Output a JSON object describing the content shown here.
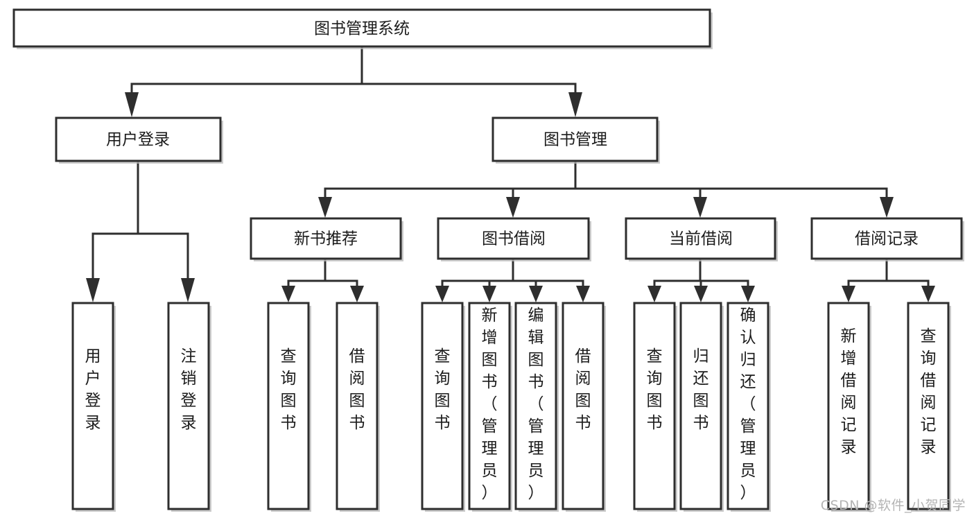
{
  "diagram": {
    "type": "tree",
    "title": "图书管理系统",
    "watermark": "CSDN @软件_小贺同学",
    "colors": {
      "box_stroke": "#2e2e2e",
      "box_fill": "#ffffff",
      "connector": "#2e2e2e",
      "watermark": "#b4b4b4",
      "background": "#ffffff"
    },
    "root": {
      "label": "图书管理系统"
    },
    "level2": [
      {
        "label": "用户登录"
      },
      {
        "label": "图书管理"
      }
    ],
    "level3": [
      {
        "label": "新书推荐"
      },
      {
        "label": "图书借阅"
      },
      {
        "label": "当前借阅"
      },
      {
        "label": "借阅记录"
      }
    ],
    "leaves": {
      "user_login": [
        {
          "label": "用户登录"
        },
        {
          "label": "注销登录"
        }
      ],
      "new_book_recommend": [
        {
          "label": "查询图书"
        },
        {
          "label": "借阅图书"
        }
      ],
      "book_borrow": [
        {
          "label": "查询图书"
        },
        {
          "label": "新增图书（管理员）"
        },
        {
          "label": "编辑图书（管理员）"
        },
        {
          "label": "借阅图书"
        }
      ],
      "current_borrow": [
        {
          "label": "查询图书"
        },
        {
          "label": "归还图书"
        },
        {
          "label": "确认归还（管理员）"
        }
      ],
      "borrow_record": [
        {
          "label": "新增借阅记录"
        },
        {
          "label": "查询借阅记录"
        }
      ]
    }
  }
}
